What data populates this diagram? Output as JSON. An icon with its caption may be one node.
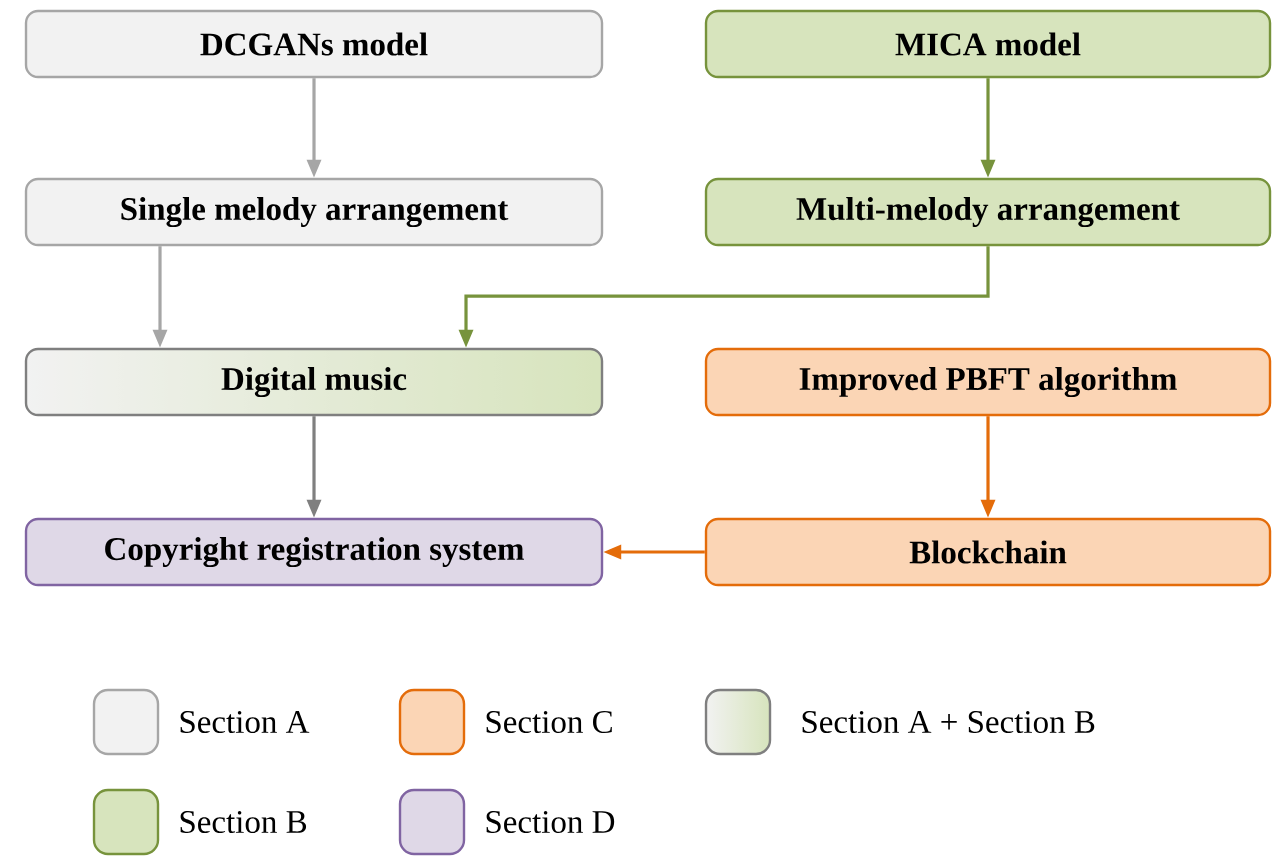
{
  "diagram": {
    "nodes": [
      {
        "text": [
          "DCGANs model"
        ]
      },
      {
        "text": [
          "MICA model"
        ]
      },
      {
        "text": [
          "Single melody arrangement"
        ]
      },
      {
        "text": [
          "Multi-melody arrangement"
        ]
      },
      {
        "text": [
          "Digital music"
        ]
      },
      {
        "text": [
          "Improved PBFT algorithm"
        ]
      },
      {
        "text": [
          "Copyright registration system"
        ]
      },
      {
        "text": [
          "Blockchain"
        ]
      }
    ],
    "edges": [
      {
        "from": 0,
        "to": 2,
        "arrow": "to",
        "color": "#a6a6a6"
      },
      {
        "from": 1,
        "to": 3,
        "arrow": "to",
        "color": "#77933c"
      },
      {
        "from": 2,
        "to": 4,
        "arrow": "to",
        "color": "#a6a6a6"
      },
      {
        "from": 3,
        "to": 4,
        "arrow": "to",
        "color": "#77933c"
      },
      {
        "from": 4,
        "to": 6,
        "arrow": "to",
        "color": "#7f7f7f"
      },
      {
        "from": 5,
        "to": 7,
        "arrow": "to",
        "color": "#e46c0a"
      },
      {
        "from": 7,
        "to": 6,
        "arrow": "to",
        "color": "#e46c0a"
      }
    ],
    "legend": [
      {
        "text": "Section A",
        "color": "#f2f2f2"
      },
      {
        "text": "Section C",
        "color": "#fbd5b5"
      },
      {
        "text": "Section A + Section B"
      },
      {
        "text": "Section B",
        "color": "#d7e4bd"
      },
      {
        "text": "Section D",
        "color": "#dfd8e7"
      }
    ]
  }
}
